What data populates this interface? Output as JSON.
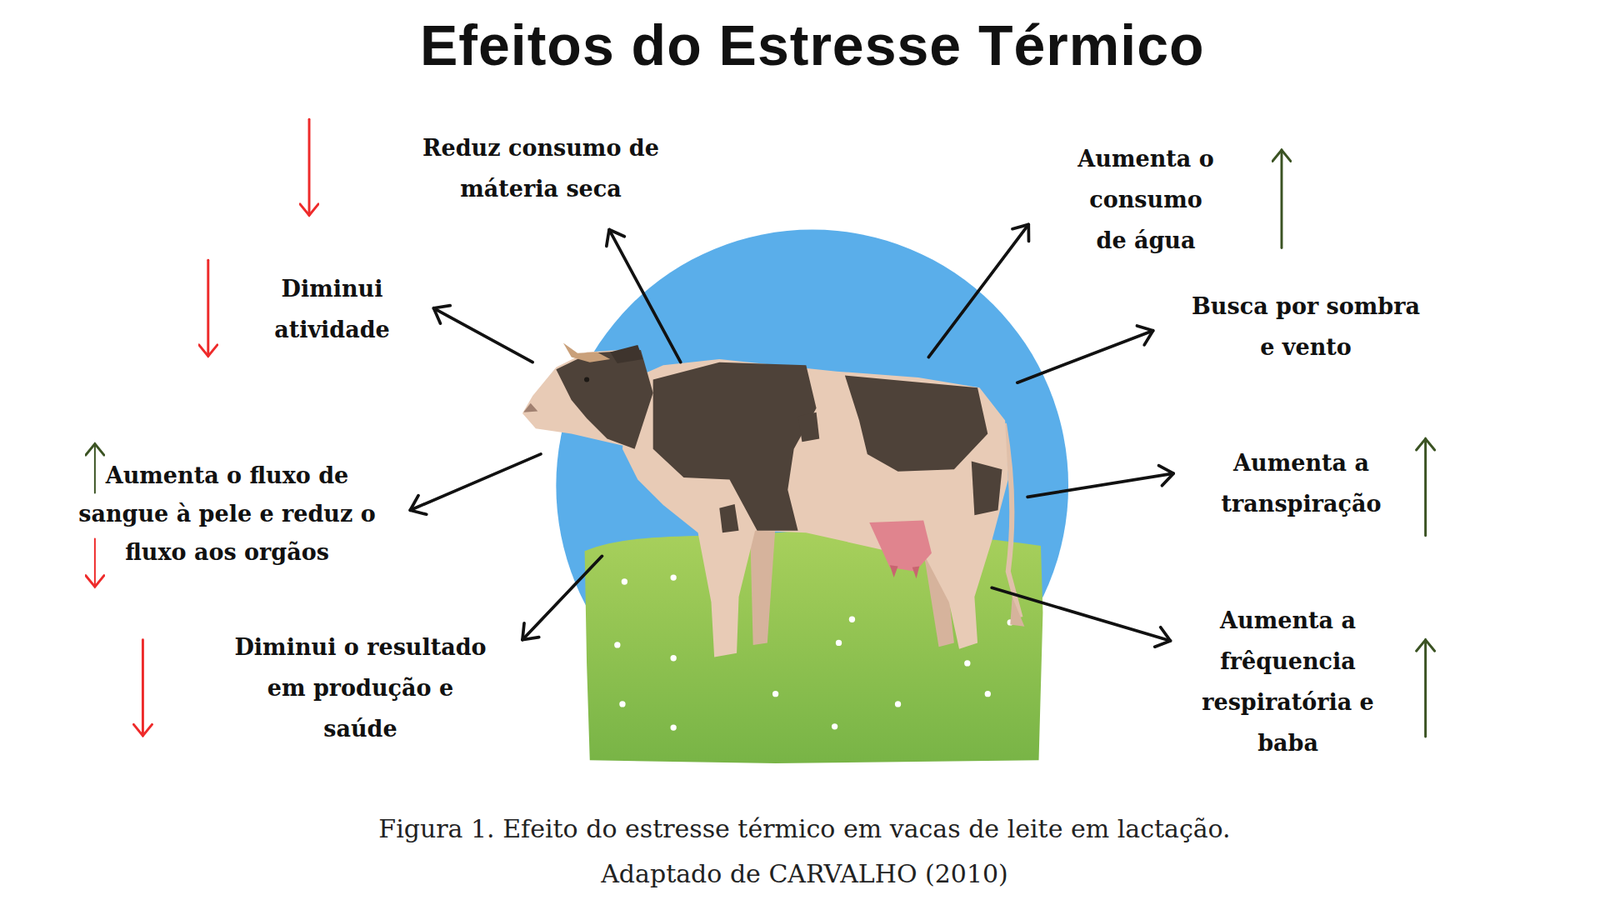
{
  "diagram": {
    "title": "Efeitos do Estresse Térmico",
    "caption": "Figura 1. Efeito do estresse térmico em vacas de leite em lactação. Adaptado de CARVALHO (2010)",
    "labels": [
      "Reduz consumo de máteria seca",
      "Aumenta o consumo de água",
      "Diminui atividade",
      "Busca por sombra e vento",
      "Aumenta o fluxo de sangue à pele e reduz o fluxo aos orgãos",
      "Aumenta a transpiração",
      "Diminui o resultado em produção e saúde",
      "Aumenta a frêquencia respiratória e baba"
    ]
  }
}
